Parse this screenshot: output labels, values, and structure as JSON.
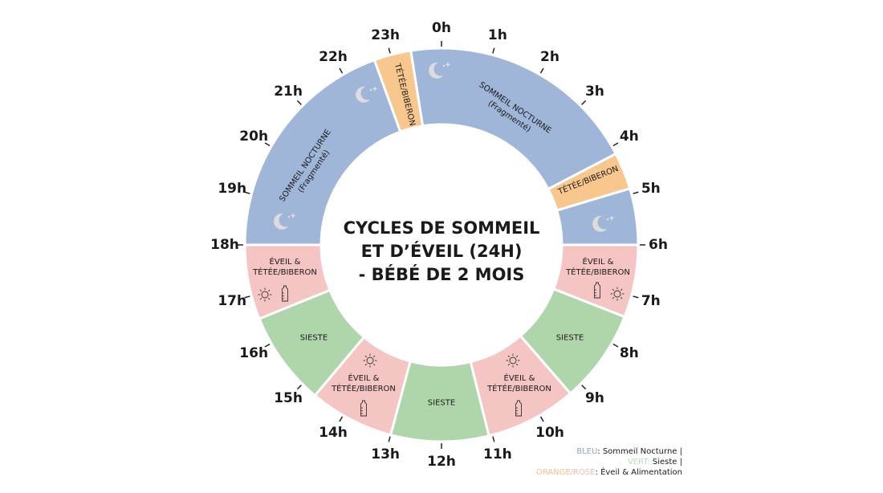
{
  "title": {
    "line1": "CYCLES DE SOMMEIL",
    "line2": "ET D’ÉVEIL (24H)",
    "line3": "- BÉBÉ DE 2 MOIS"
  },
  "hours": [
    "0h",
    "1h",
    "2h",
    "3h",
    "4h",
    "5h",
    "6h",
    "7h",
    "8h",
    "9h",
    "10h",
    "11h",
    "12h",
    "13h",
    "14h",
    "15h",
    "16h",
    "17h",
    "18h",
    "19h",
    "20h",
    "21h",
    "22h",
    "23h"
  ],
  "colors": {
    "blue": "#9fb6d9",
    "orange": "#f8c78e",
    "pink": "#f4c5c3",
    "green": "#afd6aa",
    "icon": "#dcdcdc"
  },
  "segments": [
    {
      "type": "blue",
      "start": 23.4,
      "end": 4.16
    },
    {
      "type": "orange",
      "start": 4.16,
      "end": 4.89
    },
    {
      "type": "blue",
      "start": 4.89,
      "end": 6
    },
    {
      "type": "pink",
      "start": 6,
      "end": 7.43
    },
    {
      "type": "green",
      "start": 7.43,
      "end": 9.27
    },
    {
      "type": "pink",
      "start": 9.27,
      "end": 11.07
    },
    {
      "type": "green",
      "start": 11.07,
      "end": 13.0
    },
    {
      "type": "pink",
      "start": 13.0,
      "end": 14.67
    },
    {
      "type": "green",
      "start": 14.67,
      "end": 16.53
    },
    {
      "type": "pink",
      "start": 16.53,
      "end": 18
    },
    {
      "type": "blue",
      "start": 18,
      "end": 22.67
    },
    {
      "type": "orange",
      "start": 22.67,
      "end": 23.4
    }
  ],
  "labels": {
    "night": "SOMMEIL NOCTURNE",
    "night_sub": "(Fragmenté)",
    "feed": "TÉTÉE/BIBERON",
    "wake_line1": "ÉVEIL &",
    "wake_line2": "TÉTÉE/BIBERON",
    "nap": "SIESTE"
  },
  "legend": {
    "blue_key": "BLEU",
    "blue_text": ": Sommeil Nocturne |",
    "green_key": "VERT:",
    "green_text": " Sieste |",
    "orange_key": "ORANGE",
    "slash": "/",
    "rose_key": "ROSE",
    "orange_text": ": Éveil & Alimentation",
    "blue_color": "#8fa5c4",
    "green_color": "#b8d9b6",
    "orange_color": "#f0c28c",
    "rose_color": "#f0b9b9"
  }
}
